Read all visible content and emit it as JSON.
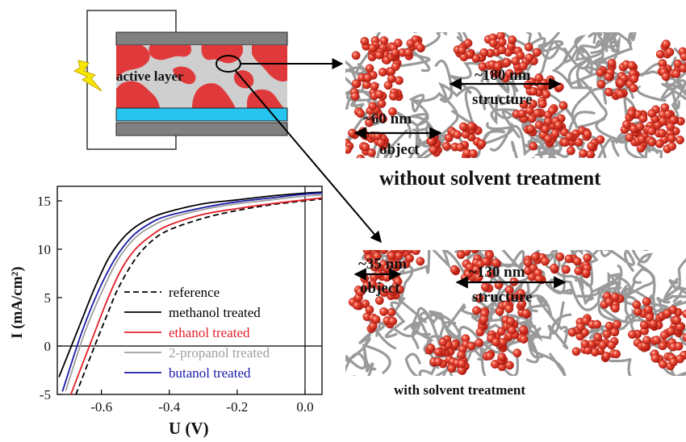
{
  "device": {
    "active_layer_label": "active layer",
    "colors": {
      "electrode": "#808080",
      "blob": "#e0393b",
      "active_bg": "#cfcfcf",
      "ito": "#27c4f0"
    }
  },
  "morphology_top": {
    "feature_small": {
      "value": "~60 nm",
      "name": "object"
    },
    "feature_large": {
      "value": "~180 nm",
      "name": "structure"
    },
    "caption": "without solvent treatment"
  },
  "morphology_bottom": {
    "feature_small": {
      "value": "~35 nm",
      "name": "object"
    },
    "feature_large": {
      "value": "~130 nm",
      "name": "structure"
    },
    "caption": "with solvent treatment"
  },
  "chart_data": {
    "type": "line",
    "title": "",
    "xlabel": "U (V)",
    "ylabel": "I (mA/cm²)",
    "xlim": [
      -0.73,
      0.05
    ],
    "ylim": [
      -5,
      16.5
    ],
    "x_ticks": [
      -0.6,
      -0.4,
      -0.2,
      0.0
    ],
    "x_tick_labels": [
      "-0.6",
      "-0.4",
      "-0.2",
      "0.0"
    ],
    "y_ticks": [
      -5,
      0,
      5,
      10,
      15
    ],
    "y_tick_labels": [
      "-5",
      "0",
      "5",
      "10",
      "15"
    ],
    "grid": false,
    "legend_position": "bottom-right",
    "series": [
      {
        "name": "reference",
        "color": "#000000",
        "dashed": true,
        "x": [
          -0.675,
          -0.62,
          -0.58,
          -0.55,
          -0.5,
          -0.45,
          -0.4,
          -0.3,
          -0.2,
          -0.1,
          0.0,
          0.05
        ],
        "y": [
          -5,
          0,
          3.5,
          6.0,
          9.0,
          10.9,
          12.0,
          13.2,
          14.0,
          14.6,
          15.0,
          15.2
        ]
      },
      {
        "name": "methanol treated",
        "color": "#000000",
        "dashed": false,
        "x": [
          -0.725,
          -0.66,
          -0.62,
          -0.58,
          -0.54,
          -0.5,
          -0.45,
          -0.4,
          -0.3,
          -0.2,
          -0.1,
          0.0,
          0.05
        ],
        "y": [
          -3.2,
          2.5,
          6.0,
          9.0,
          11.0,
          12.3,
          13.3,
          13.9,
          14.7,
          15.1,
          15.5,
          15.8,
          15.9
        ]
      },
      {
        "name": "ethanol treated",
        "color": "#e32028",
        "dashed": false,
        "x": [
          -0.69,
          -0.63,
          -0.58,
          -0.54,
          -0.5,
          -0.45,
          -0.4,
          -0.3,
          -0.2,
          -0.1,
          0.0,
          0.05
        ],
        "y": [
          -5,
          0.5,
          5.0,
          8.0,
          10.0,
          11.5,
          12.5,
          13.6,
          14.2,
          14.7,
          15.1,
          15.3
        ]
      },
      {
        "name": "2-propanol treated",
        "color": "#9e9e9e",
        "dashed": false,
        "x": [
          -0.705,
          -0.65,
          -0.6,
          -0.55,
          -0.5,
          -0.45,
          -0.4,
          -0.3,
          -0.2,
          -0.1,
          0.0,
          0.05
        ],
        "y": [
          -4.6,
          1.3,
          5.5,
          9.0,
          11.2,
          12.4,
          13.2,
          14.1,
          14.7,
          15.1,
          15.5,
          15.6
        ]
      },
      {
        "name": "butanol treated",
        "color": "#1a1aa8",
        "dashed": false,
        "x": [
          -0.715,
          -0.66,
          -0.61,
          -0.56,
          -0.51,
          -0.46,
          -0.41,
          -0.3,
          -0.2,
          -0.1,
          0.0,
          0.05
        ],
        "y": [
          -4.7,
          1.2,
          5.6,
          9.0,
          11.3,
          12.6,
          13.4,
          14.3,
          14.9,
          15.3,
          15.7,
          15.8
        ]
      }
    ]
  }
}
